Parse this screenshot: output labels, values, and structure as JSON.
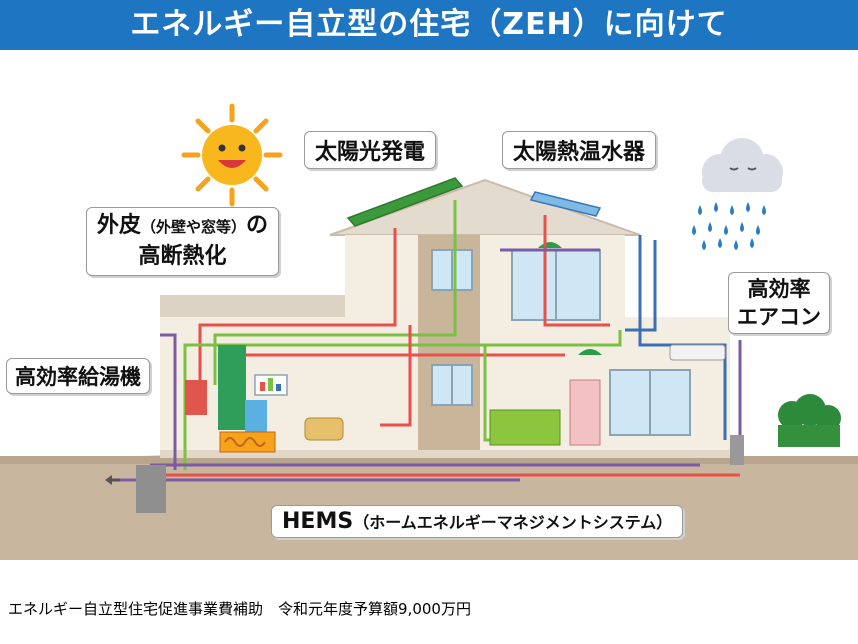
{
  "title": "エネルギー自立型の住宅（ZEH）に向けて",
  "labels": {
    "solar_pv": "太陽光発電",
    "solar_thermal": "太陽熱温水器",
    "envelope_line1_main": "外皮",
    "envelope_line1_sub": "（外壁や窓等）",
    "envelope_line1_tail": "の",
    "envelope_line2": "高断熱化",
    "water_heater": "高効率給湯機",
    "aircon_line1": "高効率",
    "aircon_line2": "エアコン",
    "hems_main": "HEMS",
    "hems_sub": "（ホームエネルギーマネジメントシステム）"
  },
  "footer": "エネルギー自立型住宅促進事業費補助　令和元年度予算額9,000万円",
  "colors": {
    "title_bg": "#1e75c1",
    "ground": "#c8b69f",
    "wall": "#f5efe4",
    "roof": "#d9cfc2",
    "line_red": "#e8504a",
    "line_green": "#7ac143",
    "line_purple": "#7b5aa6",
    "line_blue": "#3a6fb5"
  }
}
